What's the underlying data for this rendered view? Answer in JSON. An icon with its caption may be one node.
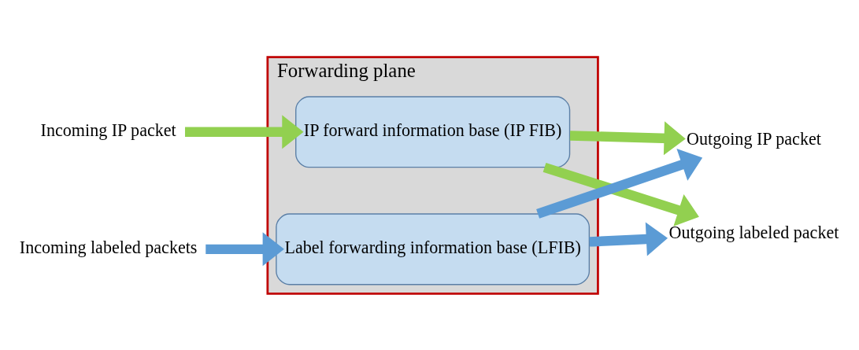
{
  "diagram": {
    "nodes": [
      {
        "text": [
          "Forwarding plane"
        ]
      },
      {
        "text": [
          "IP forward information base (IP FIB)"
        ],
        "in": 0
      },
      {
        "text": [
          "Label forwarding information base (LFIB)"
        ],
        "in": 0
      },
      {
        "text": [
          "Incoming IP packet"
        ]
      },
      {
        "text": [
          "Incoming labeled packets"
        ]
      },
      {
        "text": [
          "Outgoing IP packet"
        ]
      },
      {
        "text": [
          "Outgoing labeled packet"
        ]
      }
    ],
    "edges": [
      {
        "from": 3,
        "to": 1,
        "arrow": "to",
        "color": "#92d050"
      },
      {
        "from": 1,
        "to": 5,
        "arrow": "to",
        "color": "#92d050"
      },
      {
        "from": 1,
        "to": 6,
        "arrow": "to",
        "color": "#92d050"
      },
      {
        "from": 4,
        "to": 2,
        "arrow": "to",
        "color": "#5b9bd5"
      },
      {
        "from": 2,
        "to": 5,
        "arrow": "to",
        "color": "#5b9bd5"
      },
      {
        "from": 2,
        "to": 6,
        "arrow": "to",
        "color": "#5b9bd5"
      }
    ]
  }
}
